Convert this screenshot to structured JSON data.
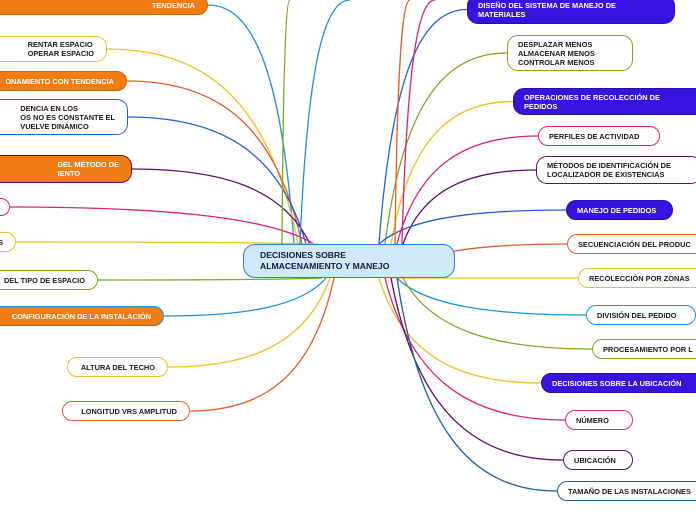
{
  "center": {
    "label": "DECISIONES SOBRE\nALMACENAMIENTO Y MANEJO"
  },
  "left_nodes": [
    {
      "label": "TENDENCIA",
      "style": "orange"
    },
    {
      "label": "RENTAR ESPACIO\nOPERAR ESPACIO",
      "style": "white",
      "border": "#f0c020"
    },
    {
      "label": "ONAMIENTO CON TENDENCIA",
      "style": "orange"
    },
    {
      "label": "DENCIA EN LOS\nOS NO ES CONSTANTE EL\nVUELVE DINÁMICO",
      "style": "white",
      "border": "#1f63d6"
    },
    {
      "label": "DEL MÉTODO DE\nIENTO",
      "style": "orange",
      "border": "#5c0f6e"
    },
    {
      "label": "",
      "style": "white",
      "border": "#e0207a"
    },
    {
      "label": "S",
      "style": "white",
      "border": "#f0c020"
    },
    {
      "label": "DEL TIPO DE ESPACIO",
      "style": "white",
      "border": "#7aaa1e"
    },
    {
      "label": "CONFIGURACIÓN DE LA INSTALACIÓN",
      "style": "orange",
      "border": "#1b8fe0"
    },
    {
      "label": "ALTURA DEL TECHO",
      "style": "white",
      "border": "#f0c020"
    },
    {
      "label": "LONGITUD VRS AMPLITUD",
      "style": "white",
      "border": "#ea5a2a"
    }
  ],
  "right_nodes": [
    {
      "label": "DISEÑO DEL SISTEMA DE MANEJO DE\nMATERIALES",
      "style": "blue"
    },
    {
      "label": "DESPLAZAR MENOS\nALMACENAR MENOS\nCONTROLAR MENOS",
      "style": "white",
      "border": "#7aaa1e"
    },
    {
      "label": "OPERACIONES DE RECOLECCIÓN DE\nPEDIDOS",
      "style": "blue"
    },
    {
      "label": "PERFILES DE ACTIVIDAD",
      "style": "white",
      "border": "#e0207a"
    },
    {
      "label": "MÉTODOS DE IDENTIFICACIÓN DE\nLOCALIZADOR DE EXISTENCIAS",
      "style": "white",
      "border": "#5c0f6e"
    },
    {
      "label": "MANEJO DE PEDIDOS",
      "style": "blue"
    },
    {
      "label": "SECUENCIACIÓN DEL PRODUC",
      "style": "white",
      "border": "#ea5a2a"
    },
    {
      "label": "RECOLECCIÓN POR ZONAS",
      "style": "white",
      "border": "#f0c020"
    },
    {
      "label": "DIVISIÓN DEL PEDIDO",
      "style": "white",
      "border": "#1b8fe0"
    },
    {
      "label": "PROCESAMIENTO POR L",
      "style": "white",
      "border": "#7aaa1e"
    },
    {
      "label": "DECISIONES SOBRE LA UBICACIÓN",
      "style": "blue"
    },
    {
      "label": "NÚMERO",
      "style": "white",
      "border": "#e0207a"
    },
    {
      "label": "UBICACIÓN",
      "style": "white",
      "border": "#5c0f6e"
    },
    {
      "label": "TAMAÑO DE LAS INSTALACIONES",
      "style": "white",
      "border": "#1a5fa0"
    }
  ],
  "colors": {
    "center_fill": "#cfe9fb",
    "center_border": "#2f7fd8",
    "orange": "#ef7d14",
    "blue": "#3a12e0"
  }
}
